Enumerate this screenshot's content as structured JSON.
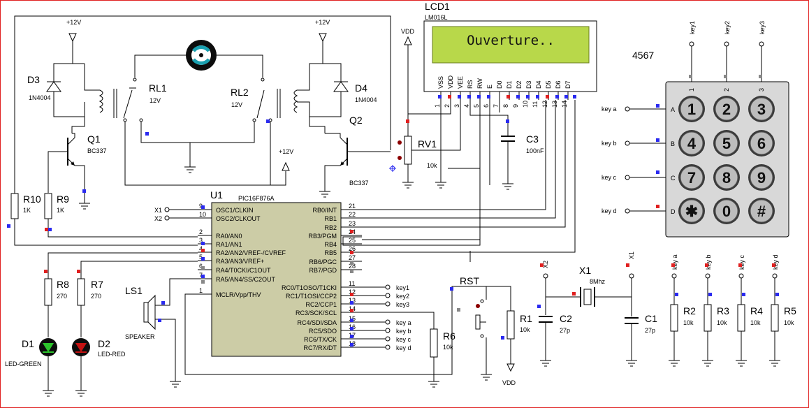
{
  "lcd": {
    "ref": "LCD1",
    "model": "LM016L",
    "display": "Ouverture..",
    "pins": [
      "VSS",
      "VDD",
      "VEE",
      "RS",
      "RW",
      "E",
      "D0",
      "D1",
      "D2",
      "D3",
      "D4",
      "D5",
      "D6",
      "D7"
    ],
    "pin_numbers": [
      "1",
      "2",
      "3",
      "4",
      "5",
      "6",
      "7",
      "8",
      "9",
      "10",
      "11",
      "12",
      "13",
      "14"
    ]
  },
  "supply": {
    "vdd": "VDD",
    "v12": "+12V"
  },
  "relays": [
    {
      "ref": "RL1",
      "value": "12V"
    },
    {
      "ref": "RL2",
      "value": "12V"
    }
  ],
  "diodes": [
    {
      "ref": "D3",
      "value": "1N4004"
    },
    {
      "ref": "D4",
      "value": "1N4004"
    }
  ],
  "transistors": [
    {
      "ref": "Q1",
      "value": "BC337"
    },
    {
      "ref": "Q2",
      "value": "BC337"
    }
  ],
  "rv1": {
    "ref": "RV1",
    "value": "10k"
  },
  "c3": {
    "ref": "C3",
    "value": "100nF"
  },
  "resistors": {
    "r10": {
      "ref": "R10",
      "value": "1K"
    },
    "r9": {
      "ref": "R9",
      "value": "1K"
    },
    "r8": {
      "ref": "R8",
      "value": "270"
    },
    "r7": {
      "ref": "R7",
      "value": "270"
    },
    "r6": {
      "ref": "R6",
      "value": "10k"
    },
    "r1": {
      "ref": "R1",
      "value": "10k"
    },
    "r2": {
      "ref": "R2",
      "value": "10k"
    },
    "r3": {
      "ref": "R3",
      "value": "10k"
    },
    "r4": {
      "ref": "R4",
      "value": "10k"
    },
    "r5": {
      "ref": "R5",
      "value": "10k"
    }
  },
  "leds": [
    {
      "ref": "D1",
      "value": "LED-GREEN"
    },
    {
      "ref": "D2",
      "value": "LED-RED"
    }
  ],
  "speaker": {
    "ref": "LS1",
    "value": "SPEAKER"
  },
  "mcu": {
    "ref": "U1",
    "model": "PIC16F876A",
    "left_pins": [
      {
        "num": "9",
        "name": "OSC1/CLKIN",
        "net": "X1"
      },
      {
        "num": "10",
        "name": "OSC2/CLKOUT",
        "net": "X2"
      },
      {
        "num": "2",
        "name": "RA0/AN0",
        "net": ""
      },
      {
        "num": "3",
        "name": "RA1/AN1",
        "net": ""
      },
      {
        "num": "4",
        "name": "RA2/AN2/VREF-/CVREF",
        "net": ""
      },
      {
        "num": "5",
        "name": "RA3/AN3/VREF+",
        "net": ""
      },
      {
        "num": "6",
        "name": "RA4/T0CKI/C1OUT",
        "net": ""
      },
      {
        "num": "7",
        "name": "RA5/AN4/SS/C2OUT",
        "net": ""
      },
      {
        "num": "1",
        "name": "MCLR/Vpp/THV",
        "net": ""
      }
    ],
    "right_top": [
      {
        "num": "21",
        "name": "RB0/INT"
      },
      {
        "num": "22",
        "name": "RB1"
      },
      {
        "num": "23",
        "name": "RB2"
      },
      {
        "num": "24",
        "name": "RB3/PGM"
      },
      {
        "num": "25",
        "name": "RB4"
      },
      {
        "num": "26",
        "name": "RB5"
      },
      {
        "num": "27",
        "name": "RB6/PGC"
      },
      {
        "num": "28",
        "name": "RB7/PGD"
      }
    ],
    "right_bottom": [
      {
        "num": "11",
        "name": "RC0/T1OSO/T1CKI",
        "net": "key1"
      },
      {
        "num": "12",
        "name": "RC1/T1OSI/CCP2",
        "net": "key2"
      },
      {
        "num": "13",
        "name": "RC2/CCP1",
        "net": "key3"
      },
      {
        "num": "14",
        "name": "RC3/SCK/SCL",
        "net": ""
      },
      {
        "num": "15",
        "name": "RC4/SDI/SDA",
        "net": "key a"
      },
      {
        "num": "16",
        "name": "RC5/SDO",
        "net": "key b"
      },
      {
        "num": "17",
        "name": "RC6/TX/CK",
        "net": "key c"
      },
      {
        "num": "18",
        "name": "RC7/RX/DT",
        "net": "key d"
      }
    ]
  },
  "rst": {
    "ref": "RST"
  },
  "crystal": {
    "ref": "X1",
    "value": "8Mhz",
    "net_left": "X2",
    "net_right": "X1"
  },
  "caps": [
    {
      "ref": "C2",
      "value": "27p"
    },
    {
      "ref": "C1",
      "value": "27p"
    }
  ],
  "pullup_nets": [
    "key a",
    "key b",
    "key c",
    "key d"
  ],
  "keypad": {
    "code": "4567",
    "col_nets": [
      "key1",
      "key2",
      "key3"
    ],
    "col_nums": [
      "1",
      "2",
      "3"
    ],
    "row_nets": [
      "key a",
      "key b",
      "key c",
      "key d"
    ],
    "row_letters": [
      "A",
      "B",
      "C",
      "D"
    ],
    "keys": [
      "1",
      "2",
      "3",
      "4",
      "5",
      "6",
      "7",
      "8",
      "9",
      "✱",
      "0",
      "#"
    ]
  }
}
